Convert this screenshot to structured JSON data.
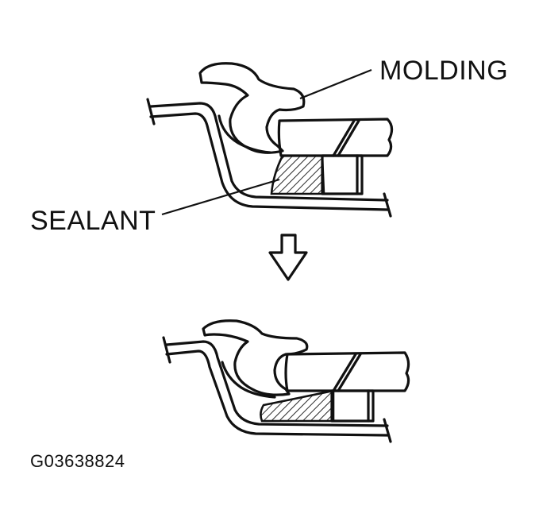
{
  "labels": {
    "molding": "MOLDING",
    "sealant": "SEALANT",
    "figure_id": "G03638824"
  },
  "icons": {
    "step_arrow": "down-arrow-icon"
  },
  "colors": {
    "line": "#111111",
    "background": "#ffffff"
  }
}
